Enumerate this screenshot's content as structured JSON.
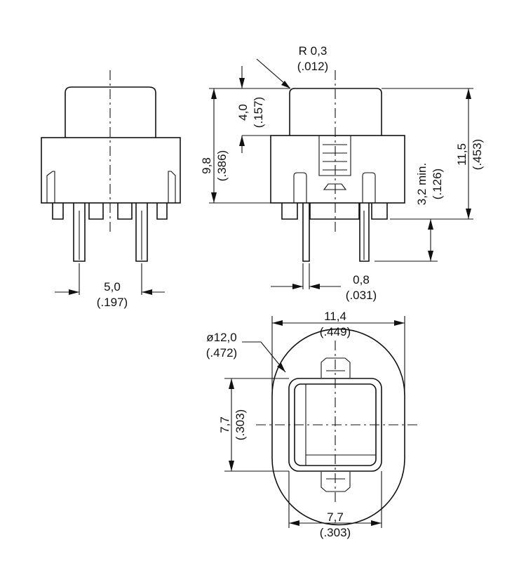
{
  "dimensions": {
    "radius": {
      "metric": "R 0,3",
      "imperial": "(.012)"
    },
    "cap_height": {
      "metric": "4,0",
      "imperial": "(.157)"
    },
    "body_height": {
      "metric": "9,8",
      "imperial": "(.386)"
    },
    "total_height": {
      "metric": "11,5",
      "imperial": "(.453)"
    },
    "pin_length": {
      "metric": "3,2 min.",
      "imperial": "(.126)"
    },
    "pin_spacing": {
      "metric": "5,0",
      "imperial": "(.197)"
    },
    "pin_width": {
      "metric": "0,8",
      "imperial": "(.031)"
    },
    "body_width": {
      "metric": "11,4",
      "imperial": "(.449)"
    },
    "diameter": {
      "metric": "ø12,0",
      "imperial": "(.472)"
    },
    "cap_side_vertical": {
      "metric": "7,7",
      "imperial": "(.303)"
    },
    "cap_side_horizontal": {
      "metric": "7,7",
      "imperial": "(.303)"
    }
  }
}
